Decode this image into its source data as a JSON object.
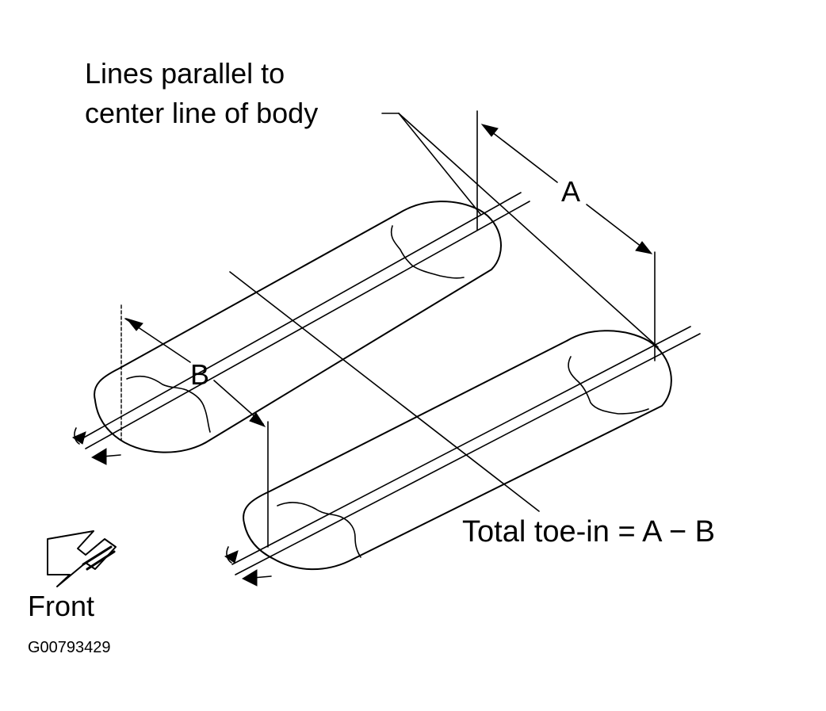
{
  "labels": {
    "lines_parallel_line1": "Lines parallel to",
    "lines_parallel_line2": "center line of body",
    "dimension_a": "A",
    "dimension_b": "B",
    "formula": "Total toe-in = A − B",
    "front": "Front",
    "figure_id": "G00793429"
  },
  "icons": {
    "front_arrow": "front-direction-arrow-icon"
  },
  "colors": {
    "ink": "#000000",
    "background": "#ffffff"
  }
}
